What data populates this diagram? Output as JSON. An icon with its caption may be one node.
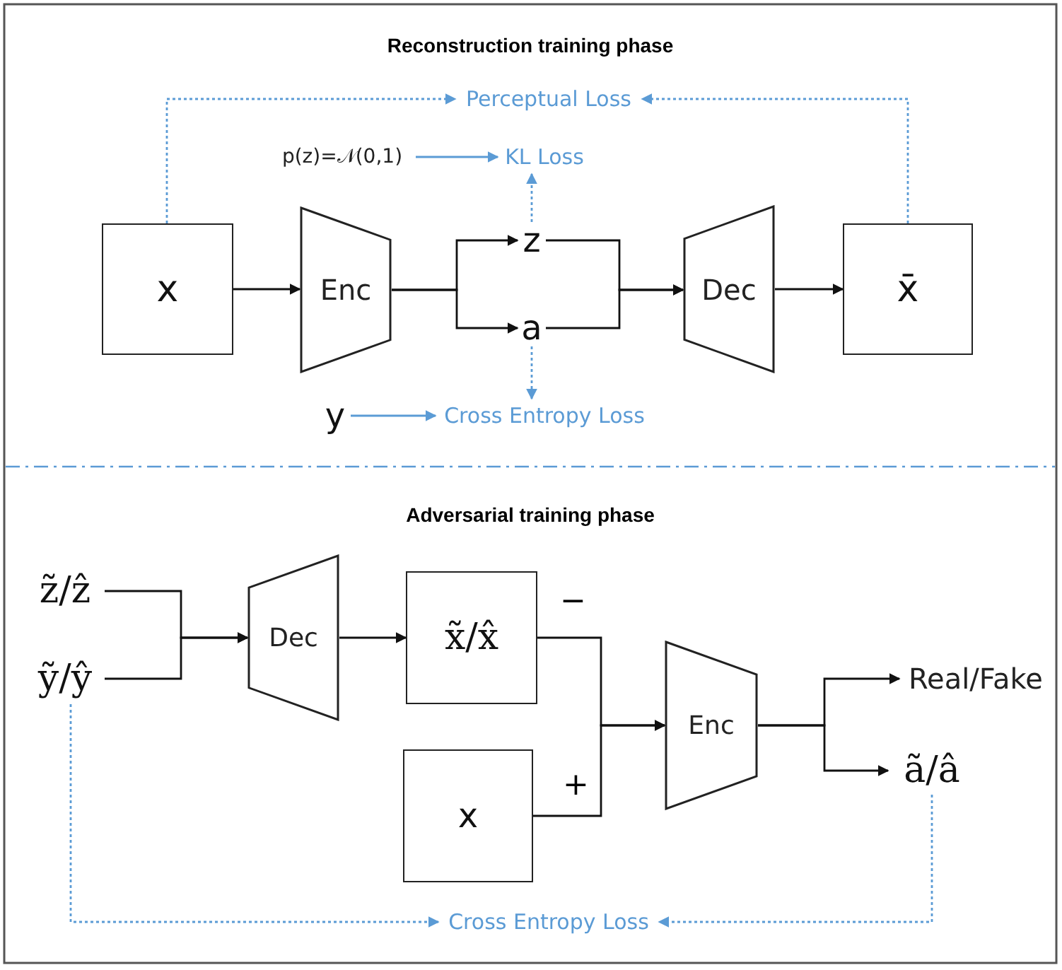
{
  "diagram": {
    "title": "Reconstruction training phase",
    "nodes": [
      {
        "text": [
          "x"
        ]
      },
      {
        "text": [
          "Enc"
        ]
      },
      {
        "text": [
          "z"
        ]
      },
      {
        "text": [
          "a"
        ]
      },
      {
        "text": [
          "Dec"
        ]
      },
      {
        "text": [
          "x̄"
        ]
      },
      {
        "text": [
          "Perceptual Loss"
        ]
      },
      {
        "text": [
          "p(z)=𝒩(0,1)"
        ]
      },
      {
        "text": [
          "KL Loss"
        ]
      },
      {
        "text": [
          "y"
        ]
      },
      {
        "text": [
          "Cross Entropy Loss"
        ]
      },
      {
        "text": [
          "z̃/ẑ"
        ]
      },
      {
        "text": [
          "ỹ/ŷ"
        ]
      },
      {
        "text": [
          "Dec"
        ]
      },
      {
        "text": [
          "x̃/x̂"
        ]
      },
      {
        "text": [
          "x"
        ]
      },
      {
        "text": [
          "Enc"
        ]
      },
      {
        "text": [
          "Real/Fake"
        ]
      },
      {
        "text": [
          "ã/â"
        ]
      },
      {
        "text": [
          "Cross Entropy Loss"
        ]
      }
    ],
    "edges": [
      {
        "from": 0,
        "to": 1,
        "arrow": "to"
      },
      {
        "from": 1,
        "to": 2,
        "arrow": "to"
      },
      {
        "from": 1,
        "to": 3,
        "arrow": "to"
      },
      {
        "from": 2,
        "to": 4,
        "arrow": "to"
      },
      {
        "from": 3,
        "to": 4,
        "arrow": "to"
      },
      {
        "from": 4,
        "to": 5,
        "arrow": "to"
      },
      {
        "from": 0,
        "to": 6,
        "arrow": "to",
        "style": "dashed",
        "color": "#5b9bd5"
      },
      {
        "from": 5,
        "to": 6,
        "arrow": "to",
        "style": "dashed",
        "color": "#5b9bd5"
      },
      {
        "from": 7,
        "to": 8,
        "arrow": "to",
        "color": "#5b9bd5"
      },
      {
        "from": 2,
        "to": 8,
        "arrow": "to",
        "style": "dashed",
        "color": "#5b9bd5"
      },
      {
        "from": 3,
        "to": 10,
        "arrow": "to",
        "style": "dashed",
        "color": "#5b9bd5"
      },
      {
        "from": 9,
        "to": 10,
        "arrow": "to",
        "color": "#5b9bd5"
      },
      {
        "from": 11,
        "to": 13,
        "arrow": "to"
      },
      {
        "from": 12,
        "to": 13,
        "arrow": "to"
      },
      {
        "from": 13,
        "to": 14,
        "arrow": "to"
      },
      {
        "from": 14,
        "to": 16,
        "arrow": "to"
      },
      {
        "from": 15,
        "to": 16,
        "arrow": "to"
      },
      {
        "from": 16,
        "to": 17,
        "arrow": "to"
      },
      {
        "from": 16,
        "to": 18,
        "arrow": "to"
      },
      {
        "from": 12,
        "to": 19,
        "arrow": "to",
        "style": "dashed",
        "color": "#5b9bd5"
      },
      {
        "from": 18,
        "to": 19,
        "arrow": "to",
        "style": "dashed",
        "color": "#5b9bd5"
      }
    ],
    "labels": [
      "Adversarial training phase",
      "−",
      "+"
    ]
  }
}
